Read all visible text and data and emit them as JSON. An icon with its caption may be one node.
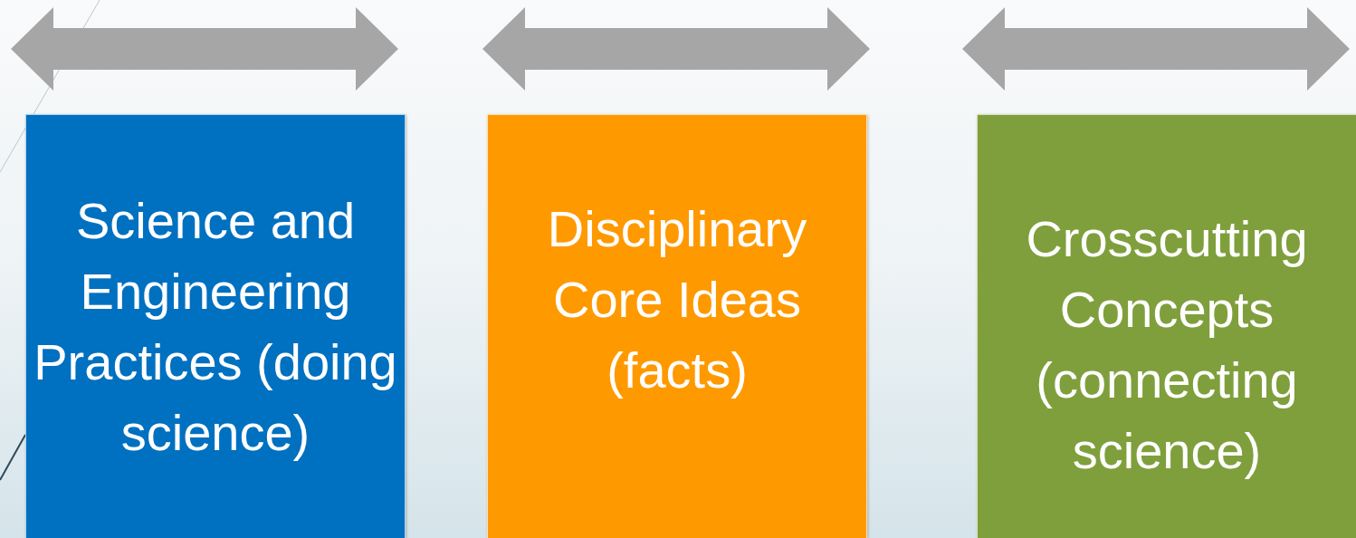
{
  "diagram": {
    "nodes": [
      {
        "text": [
          "Science and Engineering Practices (doing science)"
        ]
      },
      {
        "text": [
          "Disciplinary Core Ideas (facts)"
        ]
      },
      {
        "text": [
          "Crosscutting Concepts (connecting science)"
        ]
      }
    ]
  }
}
